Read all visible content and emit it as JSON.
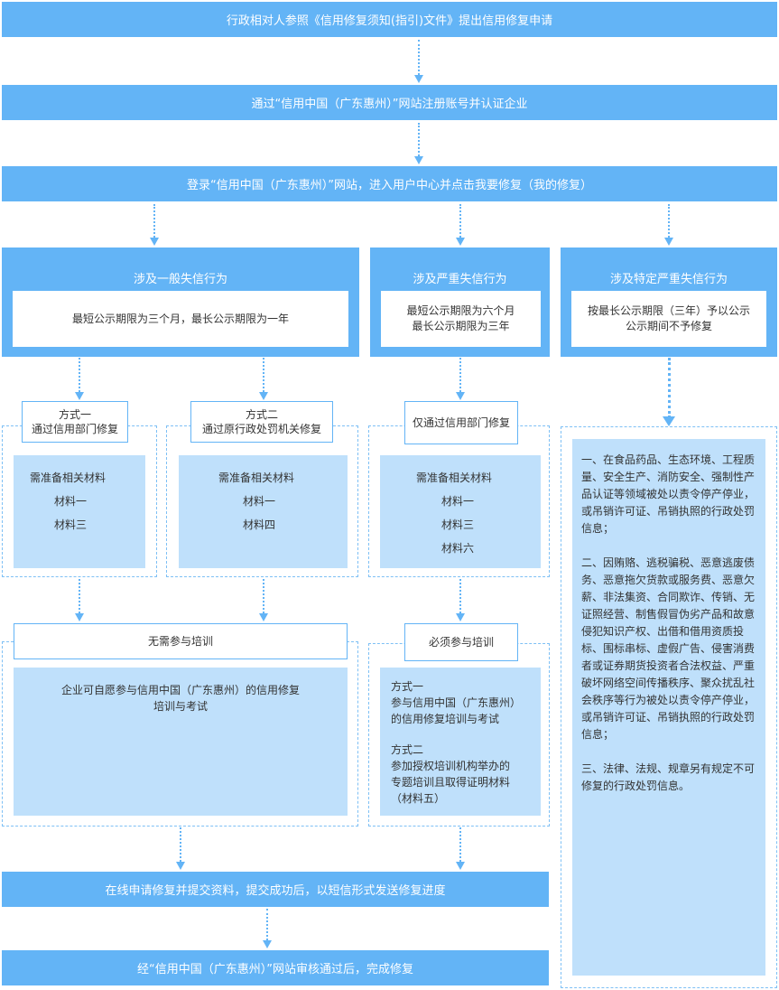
{
  "steps": {
    "s1": "行政相对人参照《信用修复须知(指引)文件》提出信用修复申请",
    "s2": "通过“信用中国（广东惠州）”网站注册账号并认证企业",
    "s3": "登录“信用中国（广东惠州）”网站，进入用户中心并点击我要修复（我的修复）",
    "s4": "在线申请修复并提交资料，提交成功后，以短信形式发送修复进度",
    "s5": "经“信用中国（广东惠州）”网站审核通过后，完成修复"
  },
  "categories": {
    "general": {
      "title": "涉及一般失信行为",
      "period": "最短公示期限为三个月，最长公示期限为一年"
    },
    "serious": {
      "title": "涉及严重失信行为",
      "period_line1": "最短公示期限为六个月",
      "period_line2": "最长公示期限为三年"
    },
    "special": {
      "title": "涉及特定严重失信行为",
      "period_line1": "按最长公示期限（三年）予以公示",
      "period_line2": "公示期间不予修复"
    }
  },
  "methods": {
    "m1": {
      "label_line1": "方式一",
      "label_line2": "通过信用部门修复",
      "heading": "需准备相关材料",
      "items": [
        "材料一",
        "材料三"
      ]
    },
    "m2": {
      "label_line1": "方式二",
      "label_line2": "通过原行政处罚机关修复",
      "heading": "需准备相关材料",
      "items": [
        "材料一",
        "材料四"
      ]
    },
    "m3": {
      "label": "仅通过信用部门修复",
      "heading": "需准备相关材料",
      "items": [
        "材料一",
        "材料三",
        "材料六"
      ]
    }
  },
  "training": {
    "none": {
      "label": "无需参与培训",
      "text_line1": "企业可自愿参与信用中国（广东惠州）的信用修复",
      "text_line2": "培训与考试"
    },
    "required": {
      "label": "必须参与培训",
      "opt1_title": "方式一",
      "opt1_line1": "参与信用中国（广东惠州）",
      "opt1_line2": "的信用修复培训与考试",
      "opt2_title": "方式二",
      "opt2_line1": "参加授权培训机构举办的",
      "opt2_line2": "专题培训且取得证明材料",
      "opt2_line3": "（材料五）"
    }
  },
  "special_list": {
    "p1": "一、在食品药品、生态环境、工程质量、安全生产、消防安全、强制性产品认证等领域被处以责令停产停业，或吊销许可证、吊销执照的行政处罚信息；",
    "p2": "二、因贿赂、逃税骗税、恶意逃废债务、恶意拖欠货款或服务费、恶意欠薪、非法集资、合同欺诈、传销、无证照经营、制售假冒伪劣产品和故意侵犯知识产权、出借和借用资质投标、围标串标、虚假广告、侵害消费者或证券期货投资者合法权益、严重破坏网络空间传播秩序、聚众扰乱社会秩序等行为被处以责令停产停业，或吊销许可证、吊销执照的行政处罚信息；",
    "p3": "三、法律、法规、规章另有规定不可修复的行政处罚信息。"
  }
}
